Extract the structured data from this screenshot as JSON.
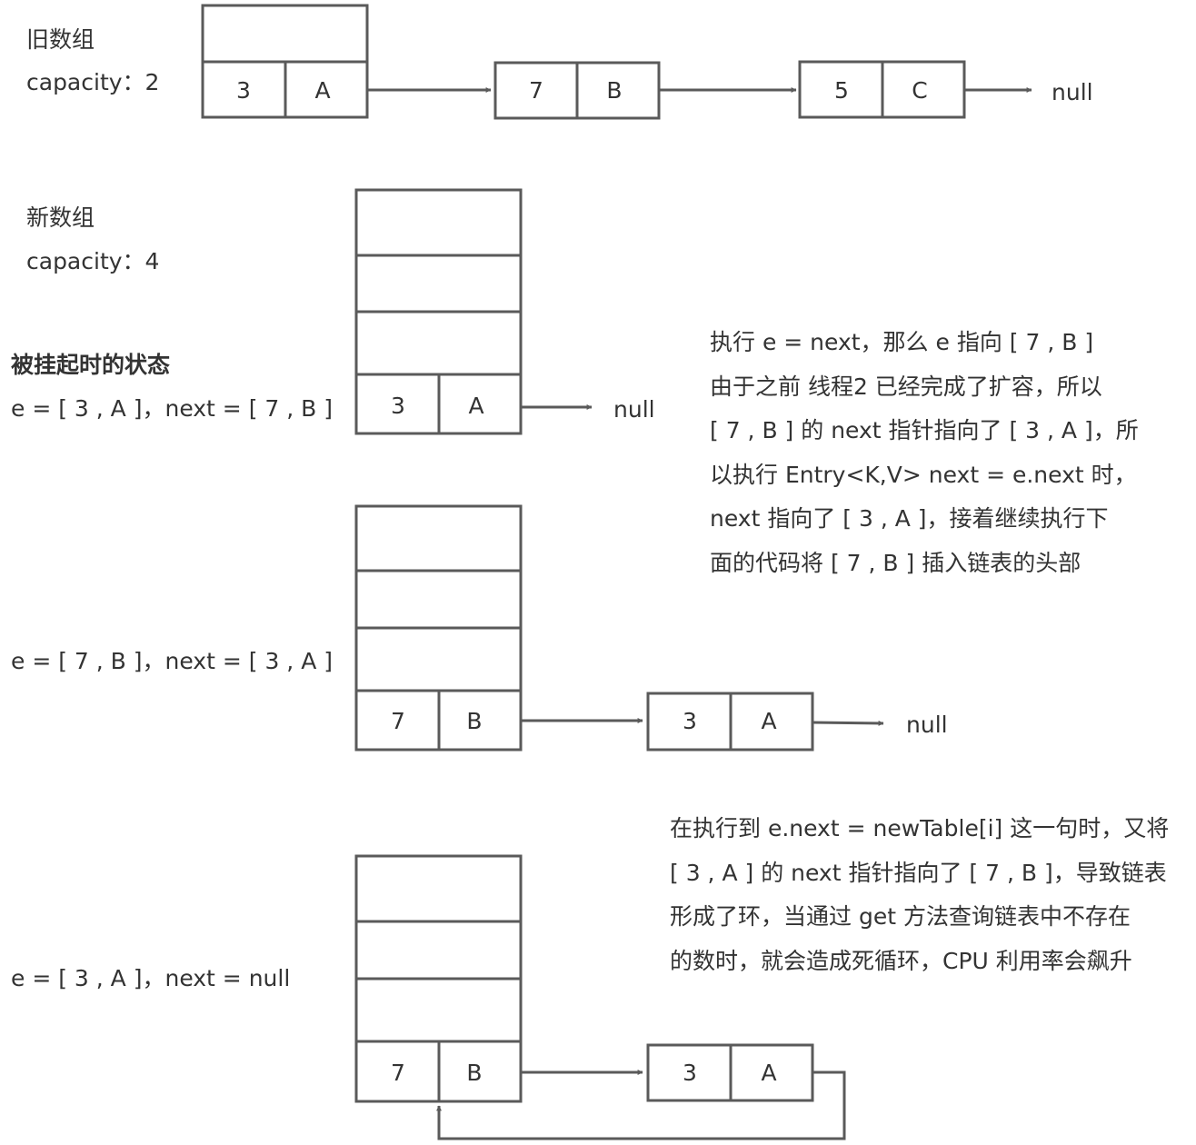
{
  "old_array": {
    "title": "旧数组",
    "capacity_label": "capacity：2",
    "slot_key": "3",
    "slot_val": "A",
    "chain": [
      {
        "key": "7",
        "val": "B"
      },
      {
        "key": "5",
        "val": "C"
      }
    ],
    "null_label": "null"
  },
  "new_array": {
    "title": "新数组",
    "capacity_label": "capacity：4"
  },
  "stage1": {
    "heading": "被挂起时的状态",
    "state": "e = [ 3 , A ]，next = [ 7 , B ]",
    "slot_key": "3",
    "slot_val": "A",
    "null_label": "null",
    "explanation": [
      "执行 e = next，那么 e 指向 [ 7 , B ]",
      "由于之前 线程2 已经完成了扩容，所以",
      "[ 7 , B ] 的 next 指针指向了 [ 3 , A ]，所",
      "以执行 Entry<K,V> next = e.next 时，",
      "next 指向了 [ 3 , A ]，接着继续执行下",
      "面的代码将 [ 7 , B ] 插入链表的头部"
    ]
  },
  "stage2": {
    "state": "e = [ 7 , B ]，next = [ 3 , A ]",
    "slot_key": "7",
    "slot_val": "B",
    "node_key": "3",
    "node_val": "A",
    "null_label": "null"
  },
  "stage3": {
    "state": "e = [ 3 , A ]，next = null",
    "slot_key": "7",
    "slot_val": "B",
    "node_key": "3",
    "node_val": "A",
    "explanation": [
      "在执行到 e.next = newTable[i] 这一句时，又将",
      "[ 3 , A ] 的 next 指针指向了 [ 7 , B ]，导致链表",
      "形成了环，当通过 get 方法查询链表中不存在",
      "的数时，就会造成死循环，CPU 利用率会飙升"
    ]
  },
  "colors": {
    "stroke": "#5a5a5a",
    "text": "#333333"
  }
}
